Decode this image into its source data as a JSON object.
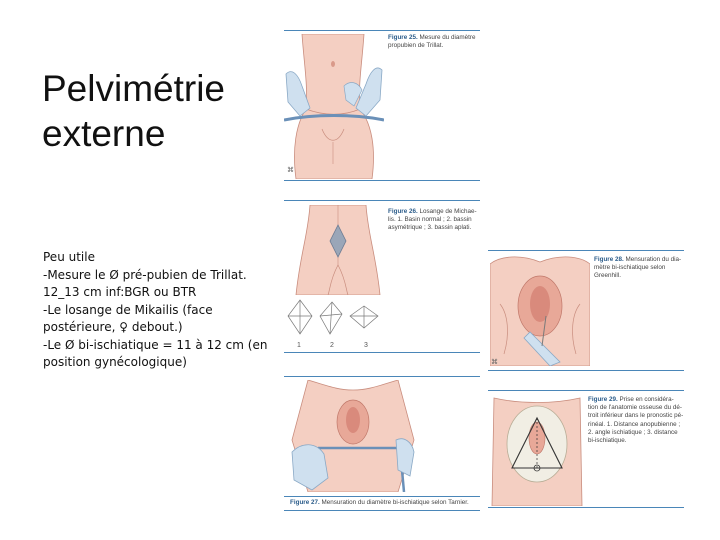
{
  "title": {
    "line1": "Pelvimétrie",
    "line2": "externe"
  },
  "body": {
    "lines": [
      "Peu utile",
      "-Mesure le Ø pré-pubien de Trillat.",
      "12_13 cm inf:BGR ou BTR",
      "-Le losange de Mikailis (face",
      "postérieure, ♀ debout.)",
      "-Le Ø bi-ischiatique = 11 à 12 cm (en",
      "position gynécologique)"
    ]
  },
  "figures": {
    "fig25": {
      "label": "Figure 25.",
      "caption1": "Mesure du diamètre",
      "caption2": "propubien de Trillat."
    },
    "fig26": {
      "label": "Figure 26.",
      "caption1": "Losange de Michae-",
      "caption2": "lis. 1. Basin normal ; 2. bassin",
      "caption3": "asymétrique ; 3. bassin aplati.",
      "n1": "1",
      "n2": "2",
      "n3": "3"
    },
    "fig28": {
      "label": "Figure 28.",
      "caption1": "Mensuration du dia-",
      "caption2": "mètre   bi-ischiatique   selon",
      "caption3": "Greenhill."
    },
    "fig29": {
      "label": "Figure 29.",
      "caption1": "Prise en considéra-",
      "caption2": "tion de l'anatomie osseuse du dé-",
      "caption3": "troit inférieur dans le pronostic pé-",
      "caption4": "rinéal. 1. Distance anopubienne ;",
      "caption5": "2. angle ischiatique ; 3. distance",
      "caption6": "bi-ischiatique."
    },
    "fig27": {
      "label": "Figure 27.",
      "caption1": "Mensuration du diamètre bi-ischiatique selon Tarnier."
    },
    "mark": "⌘"
  },
  "colors": {
    "rule": "#4a86b8",
    "skin": "#f4cfc2",
    "skin_shadow": "#e8a898",
    "glove": "#cfe0ef",
    "bone": "#f1eee4"
  }
}
